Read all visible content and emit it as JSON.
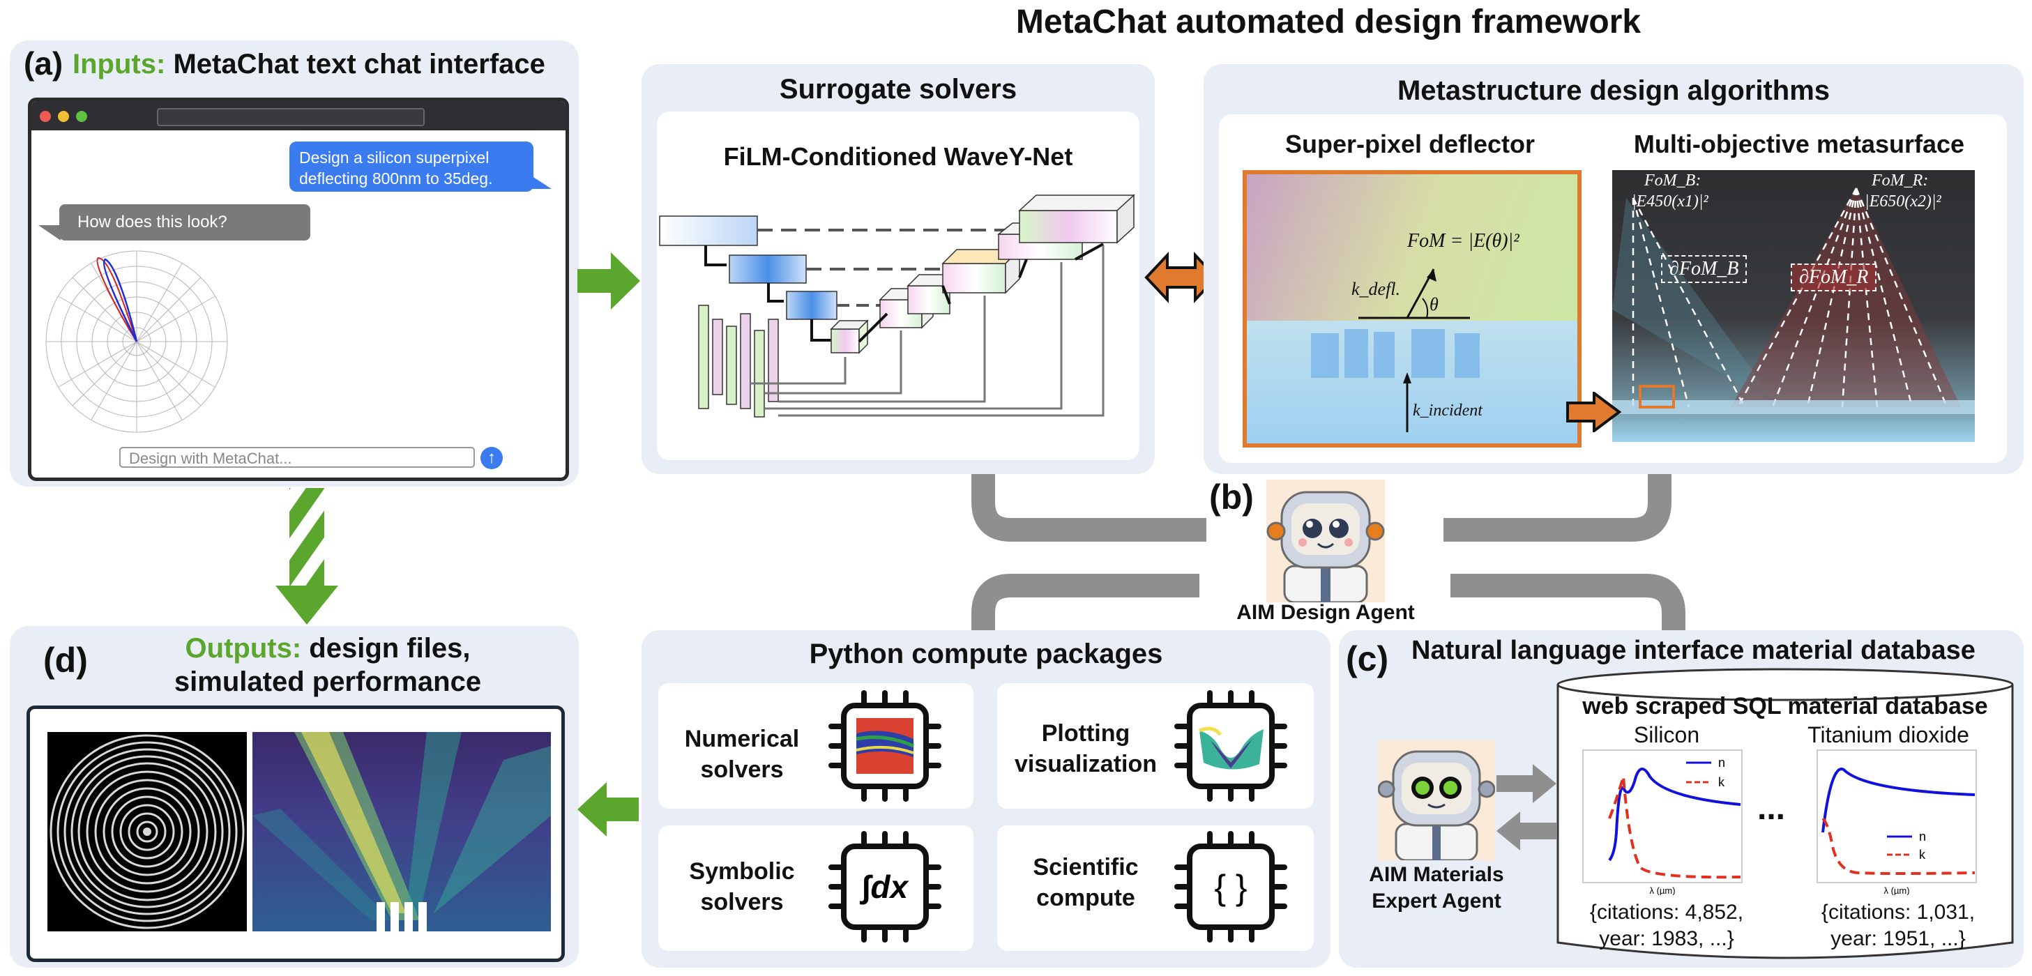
{
  "main_title": "MetaChat automated design framework",
  "panel_a": {
    "label": "(a)",
    "title_green": "Inputs:",
    "title_rest": "MetaChat text chat interface",
    "user_message_line1": "Design a silicon superpixel",
    "user_message_line2": "deflecting 800nm to 35deg.",
    "agent_message": "How does this look?",
    "input_placeholder": "Design with MetaChat..."
  },
  "surrogate": {
    "title": "Surrogate solvers",
    "network_name": "FiLM-Conditioned WaveY-Net"
  },
  "algorithms": {
    "title": "Metastructure design algorithms",
    "left_title": "Super-pixel deflector",
    "right_title": "Multi-objective metasurface",
    "fom_label": "FoM = |E(θ)|²",
    "k_defl": "k_defl.",
    "theta": "θ",
    "k_incident": "k_incident",
    "fom_b_label": "FoM_B:",
    "fom_b_expr": "|E450(x1)|²",
    "fom_r_label": "FoM_R:",
    "fom_r_expr": "|E650(x2)|²",
    "grad_b": "∂FoM_B",
    "grad_r": "∂FoM_R"
  },
  "agent_b": {
    "label": "(b)",
    "name": "AIM Design Agent"
  },
  "panel_d": {
    "label": "(d)",
    "title_green": "Outputs:",
    "title_rest": "design files,",
    "title_line2": "simulated performance"
  },
  "python": {
    "title": "Python compute packages",
    "items": [
      {
        "line1": "Numerical",
        "line2": "solvers",
        "icon": "numerical-chip-icon"
      },
      {
        "line1": "Plotting",
        "line2": "visualization",
        "icon": "plot-chip-icon"
      },
      {
        "line1": "Symbolic",
        "line2": "solvers",
        "icon": "integral-chip-icon",
        "symbol": "∫dx"
      },
      {
        "line1": "Scientific",
        "line2": "compute",
        "icon": "braces-chip-icon",
        "symbol": "{ }"
      }
    ]
  },
  "panel_c": {
    "label": "(c)",
    "title": "Natural language interface material database",
    "db_title": "web scraped SQL material database",
    "agent_line1": "AIM Materials",
    "agent_line2": "Expert Agent",
    "ellipsis": "...",
    "materials": [
      {
        "name": "Silicon",
        "cite_line1": "{citations: 4,852,",
        "cite_line2": "year: 1983, ...}"
      },
      {
        "name": "Titanium dioxide",
        "cite_line1": "{citations: 1,031,",
        "cite_line2": "year: 1951, ...}"
      }
    ],
    "legend_n": "n",
    "legend_k": "k",
    "axis_label": "λ (µm)"
  },
  "colors": {
    "green": "#5ba62c",
    "orange": "#e07a2e",
    "blue_bubble": "#3a7bf0",
    "gray_bubble": "#7a7a7a",
    "panel_bg": "#e9edf5",
    "connector": "#8f8f8f"
  }
}
